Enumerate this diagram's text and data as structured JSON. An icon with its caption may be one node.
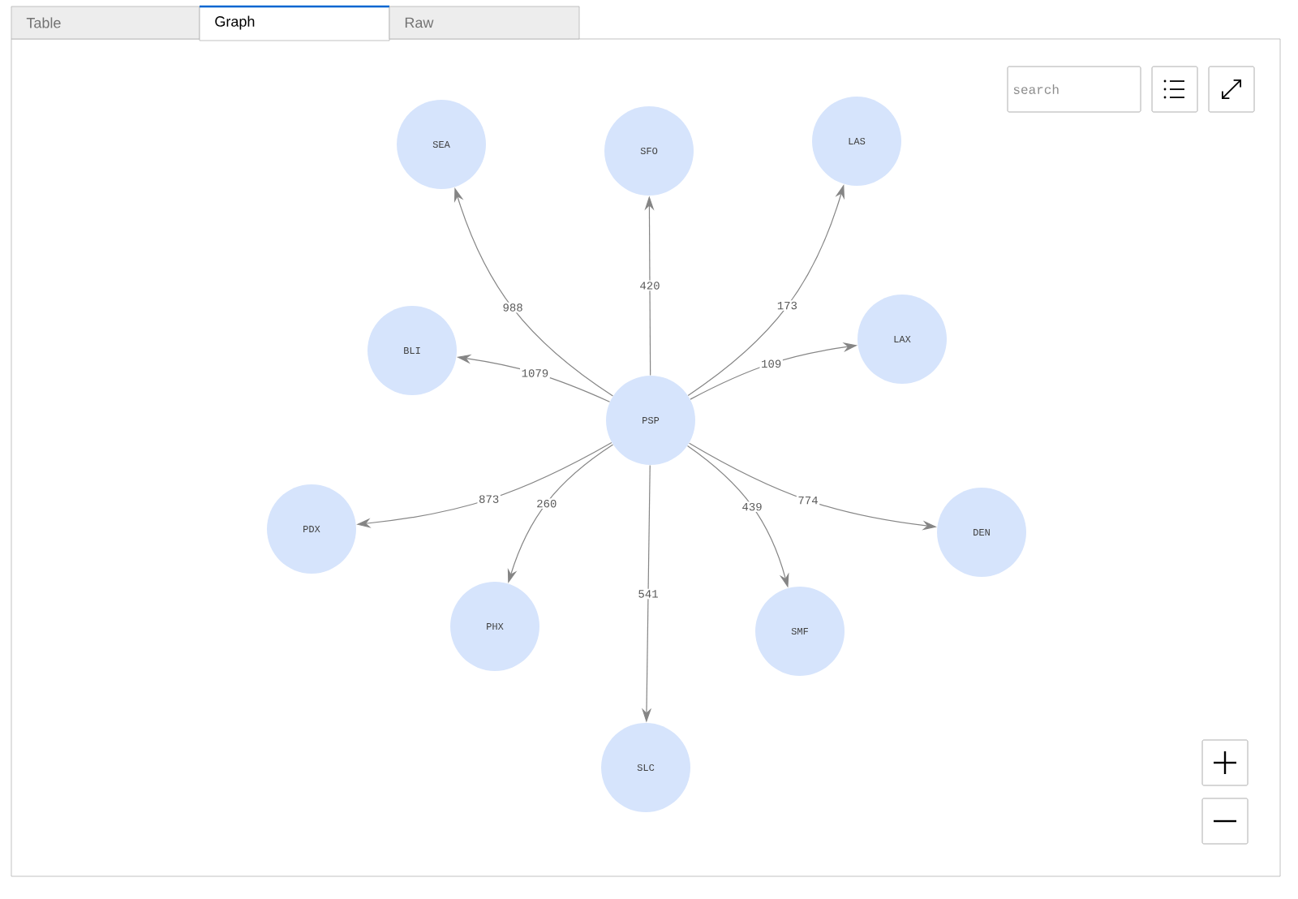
{
  "diagram": {
    "nodes": [
      {
        "text": [
          "PSP"
        ]
      },
      {
        "text": [
          "SEA"
        ]
      },
      {
        "text": [
          "SFO"
        ]
      },
      {
        "text": [
          "LAS"
        ]
      },
      {
        "text": [
          "BLI"
        ]
      },
      {
        "text": [
          "LAX"
        ]
      },
      {
        "text": [
          "PDX"
        ]
      },
      {
        "text": [
          "DEN"
        ]
      },
      {
        "text": [
          "PHX"
        ]
      },
      {
        "text": [
          "SMF"
        ]
      },
      {
        "text": [
          "SLC"
        ]
      }
    ],
    "edges": [
      {
        "from": 0,
        "to": 1,
        "arrow": "to",
        "label": "988"
      },
      {
        "from": 0,
        "to": 2,
        "arrow": "to",
        "label": "420"
      },
      {
        "from": 0,
        "to": 3,
        "arrow": "to",
        "label": "173"
      },
      {
        "from": 0,
        "to": 4,
        "arrow": "to",
        "label": "1079"
      },
      {
        "from": 0,
        "to": 5,
        "arrow": "to",
        "label": "109"
      },
      {
        "from": 0,
        "to": 6,
        "arrow": "to",
        "label": "873"
      },
      {
        "from": 0,
        "to": 7,
        "arrow": "to",
        "label": "774"
      },
      {
        "from": 0,
        "to": 8,
        "arrow": "to",
        "label": "260"
      },
      {
        "from": 0,
        "to": 9,
        "arrow": "to",
        "label": "439"
      },
      {
        "from": 0,
        "to": 10,
        "arrow": "to",
        "label": "541"
      }
    ],
    "labels": [
      "Table",
      "Graph",
      "Raw",
      "search"
    ]
  }
}
